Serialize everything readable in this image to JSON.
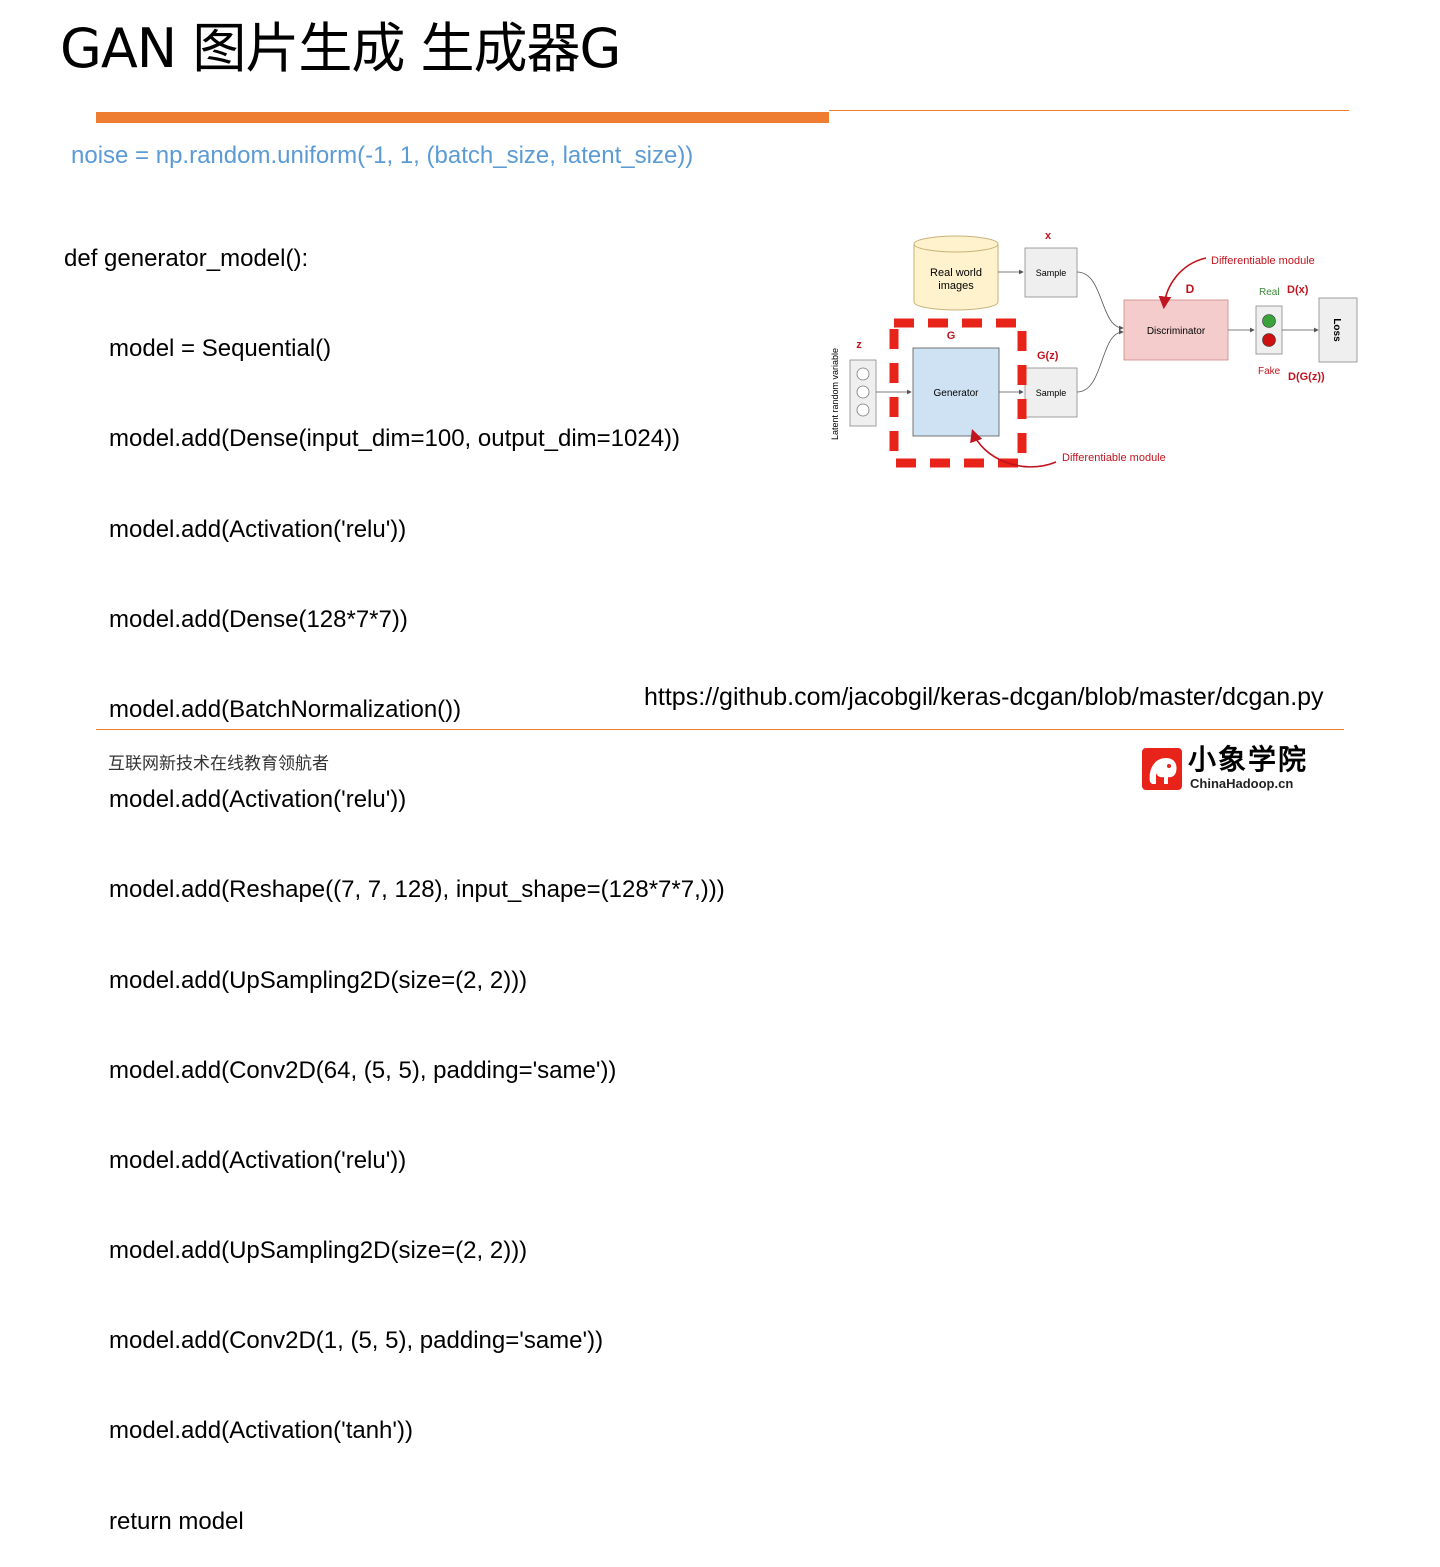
{
  "title": "GAN 图片生成 生成器G",
  "noise_line": "noise = np.random.uniform(-1, 1, (batch_size, latent_size))",
  "code": {
    "def_line": "def generator_model():",
    "body": [
      "model = Sequential()",
      "model.add(Dense(input_dim=100, output_dim=1024))",
      "model.add(Activation('relu'))",
      "model.add(Dense(128*7*7))",
      "model.add(BatchNormalization())",
      "model.add(Activation('relu'))",
      "model.add(Reshape((7, 7, 128), input_shape=(128*7*7,)))",
      "model.add(UpSampling2D(size=(2, 2)))",
      "model.add(Conv2D(64, (5, 5), padding='same'))",
      "model.add(Activation('relu'))",
      "model.add(UpSampling2D(size=(2, 2)))",
      "model.add(Conv2D(1, (5, 5), padding='same'))",
      "model.add(Activation('tanh'))",
      "return model"
    ]
  },
  "source_url": "https://github.com/jacobgil/keras-dcgan/blob/master/dcgan.py",
  "diagram": {
    "real_world": [
      "Real world",
      "images"
    ],
    "x_label": "x",
    "sample_top": "Sample",
    "sample_bottom": "Sample",
    "diff_module_top": "Differentiable module",
    "diff_module_bottom": "Differentiable module",
    "d_label": "D",
    "discriminator": "Discriminator",
    "real": "Real",
    "dx": "D(x)",
    "fake": "Fake",
    "dgz": "D(G(z))",
    "loss": "Loss",
    "g_label": "G",
    "gz_label": "G(z)",
    "z_label": "z",
    "latent": "Latent random variable",
    "generator": "Generator"
  },
  "footer": {
    "tagline": "互联网新技术在线教育领航者",
    "logo_cn": "小象学院",
    "logo_en": "ChinaHadoop.cn"
  },
  "colors": {
    "accent": "#ee7d31",
    "noise_text": "#5b9bd5",
    "red": "#e8231a",
    "dark_red": "#c0141e"
  }
}
